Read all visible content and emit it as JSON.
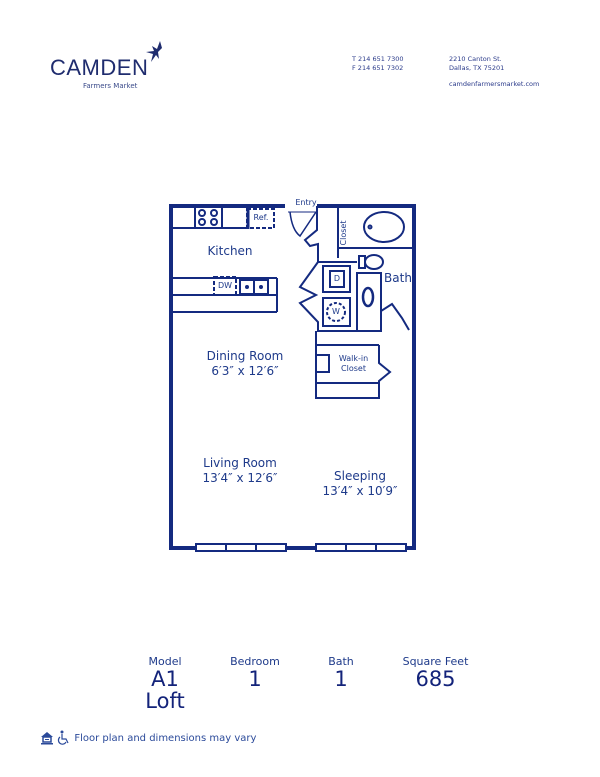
{
  "header": {
    "brand": "CAMDEN",
    "community": "Farmers Market",
    "phone": "T 214 651 7300",
    "fax": "F 214 651 7302",
    "address_line1": "2210 Canton St.",
    "address_line2": "Dallas, TX 75201",
    "website": "camdenfarmersmarket.com",
    "logo_icon": "hummingbird-icon"
  },
  "floorplan": {
    "labels": {
      "entry": "Entry",
      "ref": "Ref.",
      "kitchen": "Kitchen",
      "dw": "DW",
      "closet": "Closet",
      "bath": "Bath",
      "dryer": "D",
      "washer": "W",
      "walkin_line1": "Walk-in",
      "walkin_line2": "Closet"
    },
    "rooms": [
      {
        "name": "Dining Room",
        "dims": "6′3″ x 12′6″"
      },
      {
        "name": "Living Room",
        "dims": "13′4″ x 12′6″"
      },
      {
        "name": "Sleeping",
        "dims": "13′4″ x 10′9″"
      }
    ],
    "wall_color": "#142a80"
  },
  "specs": {
    "model_label": "Model",
    "model_value": "A1",
    "model_value2": "Loft",
    "bedroom_label": "Bedroom",
    "bedroom_value": "1",
    "bath_label": "Bath",
    "bath_value": "1",
    "sqft_label": "Square Feet",
    "sqft_value": "685"
  },
  "footer": {
    "disclaimer": "Floor plan and dimensions may vary",
    "icons": [
      "equal-housing-icon",
      "wheelchair-accessible-icon"
    ]
  }
}
